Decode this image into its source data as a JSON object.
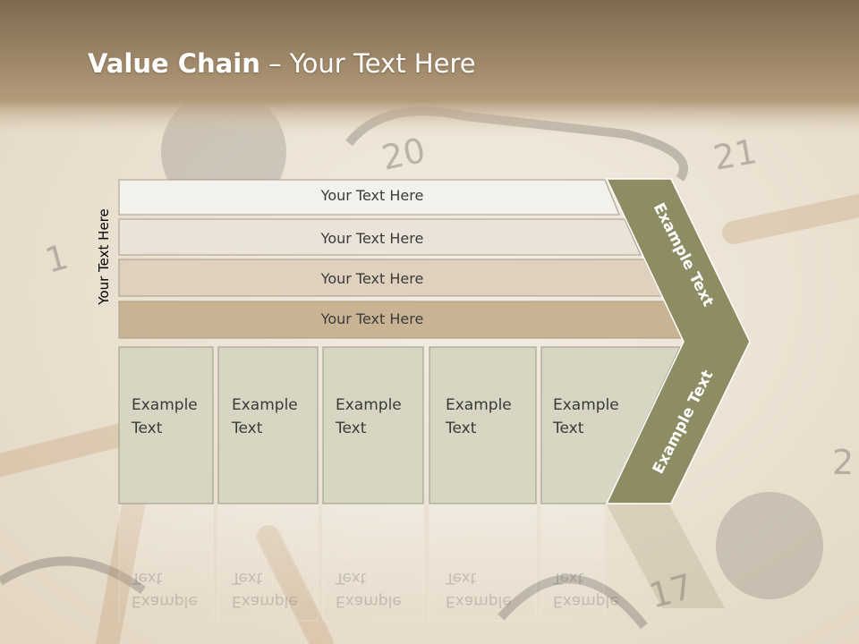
{
  "title": {
    "bold": "Value Chain",
    "rest": " – Your Text Here"
  },
  "side_label": "Your Text Here",
  "rows": [
    {
      "label": "Your Text Here",
      "color": "#f3f1ec"
    },
    {
      "label": "Your Text Here",
      "color": "#ebe3d7"
    },
    {
      "label": "Your Text Here",
      "color": "#dfd1bd"
    },
    {
      "label": "Your Text Here",
      "color": "#c8b393"
    }
  ],
  "columns": [
    {
      "label": "Example\nText"
    },
    {
      "label": "Example\nText"
    },
    {
      "label": "Example\nText"
    },
    {
      "label": "Example\nText"
    },
    {
      "label": "Example\nText"
    }
  ],
  "chevron": {
    "top_label": "Example Text",
    "bottom_label": "Example Text",
    "color": "#8d8c62"
  },
  "colors": {
    "column_fill": "#d6d6c2",
    "column_stroke": "#9a9a86",
    "header_top": "#7f6a4f",
    "header_bottom": "#c4a882"
  },
  "background_numbers": [
    "20",
    "21",
    "1",
    "2",
    "17"
  ]
}
